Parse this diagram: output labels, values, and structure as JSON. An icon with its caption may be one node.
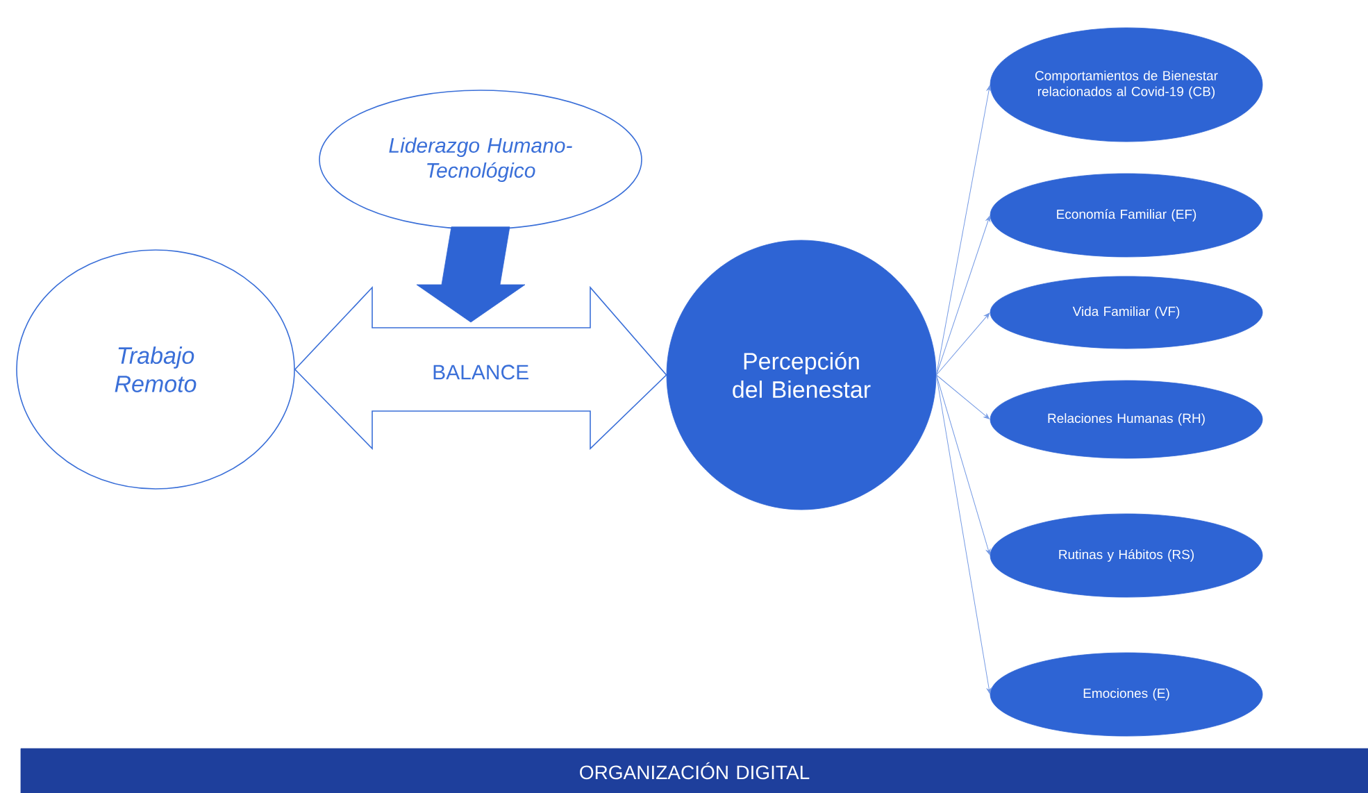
{
  "diagram": {
    "nodes": [
      {
        "text": [
          "Trabajo Remoto"
        ]
      },
      {
        "text": [
          "Liderazgo Humano-Tecnológico"
        ]
      },
      {
        "text": [
          "Percepción del Bienestar"
        ]
      },
      {
        "text": [
          "Comportamientos de Bienestar relacionados al Covid-19 (CB)"
        ]
      },
      {
        "text": [
          "Economía Familiar (EF)"
        ]
      },
      {
        "text": [
          "Vida Familiar (VF)"
        ]
      },
      {
        "text": [
          "Relaciones Humanas (RH)"
        ]
      },
      {
        "text": [
          "Rutinas y Hábitos (RS)"
        ]
      },
      {
        "text": [
          "Emociones (E)"
        ]
      },
      {
        "text": [
          "ORGANIZACIÓN DIGITAL"
        ]
      }
    ],
    "edges": [
      {
        "from": 0,
        "to": 2,
        "arrow": "both",
        "label": "BALANCE",
        "style": "thick"
      },
      {
        "from": 1,
        "to": null,
        "arrow": "to",
        "style": "thick"
      },
      {
        "from": 2,
        "to": 3,
        "arrow": "to"
      },
      {
        "from": 2,
        "to": 4,
        "arrow": "to"
      },
      {
        "from": 2,
        "to": 5,
        "arrow": "to"
      },
      {
        "from": 2,
        "to": 6,
        "arrow": "to"
      },
      {
        "from": 2,
        "to": 7,
        "arrow": "to"
      },
      {
        "from": 2,
        "to": 8,
        "arrow": "to"
      }
    ]
  }
}
